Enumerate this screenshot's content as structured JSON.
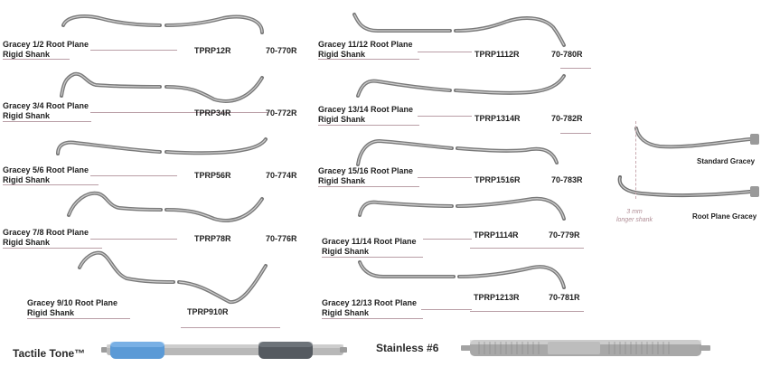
{
  "instruments": [
    {
      "name_line1": "Gracey 1/2 Root Plane",
      "name_line2": "Rigid Shank",
      "code": "TPRP12R",
      "catalog": "70-770R"
    },
    {
      "name_line1": "Gracey 3/4 Root Plane",
      "name_line2": "Rigid Shank",
      "code": "TPRP34R",
      "catalog": "70-772R"
    },
    {
      "name_line1": "Gracey 5/6 Root Plane",
      "name_line2": "Rigid Shank",
      "code": "TPRP56R",
      "catalog": "70-774R"
    },
    {
      "name_line1": "Gracey 7/8 Root Plane",
      "name_line2": "Rigid Shank",
      "code": "TPRP78R",
      "catalog": "70-776R"
    },
    {
      "name_line1": "Gracey 9/10 Root Plane",
      "name_line2": "Rigid Shank",
      "code": "TPRP910R",
      "catalog": ""
    },
    {
      "name_line1": "Gracey 11/12 Root Plane",
      "name_line2": "Rigid Shank",
      "code": "TPRP1112R",
      "catalog": "70-780R"
    },
    {
      "name_line1": "Gracey 13/14 Root Plane",
      "name_line2": "Rigid Shank",
      "code": "TPRP1314R",
      "catalog": "70-782R"
    },
    {
      "name_line1": "Gracey 15/16 Root Plane",
      "name_line2": "Rigid Shank",
      "code": "TPRP1516R",
      "catalog": "70-783R"
    },
    {
      "name_line1": "Gracey 11/14 Root Plane",
      "name_line2": "Rigid Shank",
      "code": "TPRP1114R",
      "catalog": "70-779R"
    },
    {
      "name_line1": "Gracey 12/13 Root Plane",
      "name_line2": "Rigid Shank",
      "code": "TPRP1213R",
      "catalog": "70-781R"
    }
  ],
  "comparison": {
    "standard_label": "Standard Gracey",
    "root_plane_label": "Root Plane Gracey",
    "note_line1": "3 mm",
    "note_line2": "longer shank"
  },
  "handles": {
    "tactile_label": "Tactile Tone™",
    "stainless_label": "Stainless #6"
  },
  "colors": {
    "rule": "#b99ea6",
    "note": "#b08d95",
    "steel": "#7d7d7d",
    "grip_blue": "#5b9ad6",
    "grip_dark": "#555a60"
  }
}
